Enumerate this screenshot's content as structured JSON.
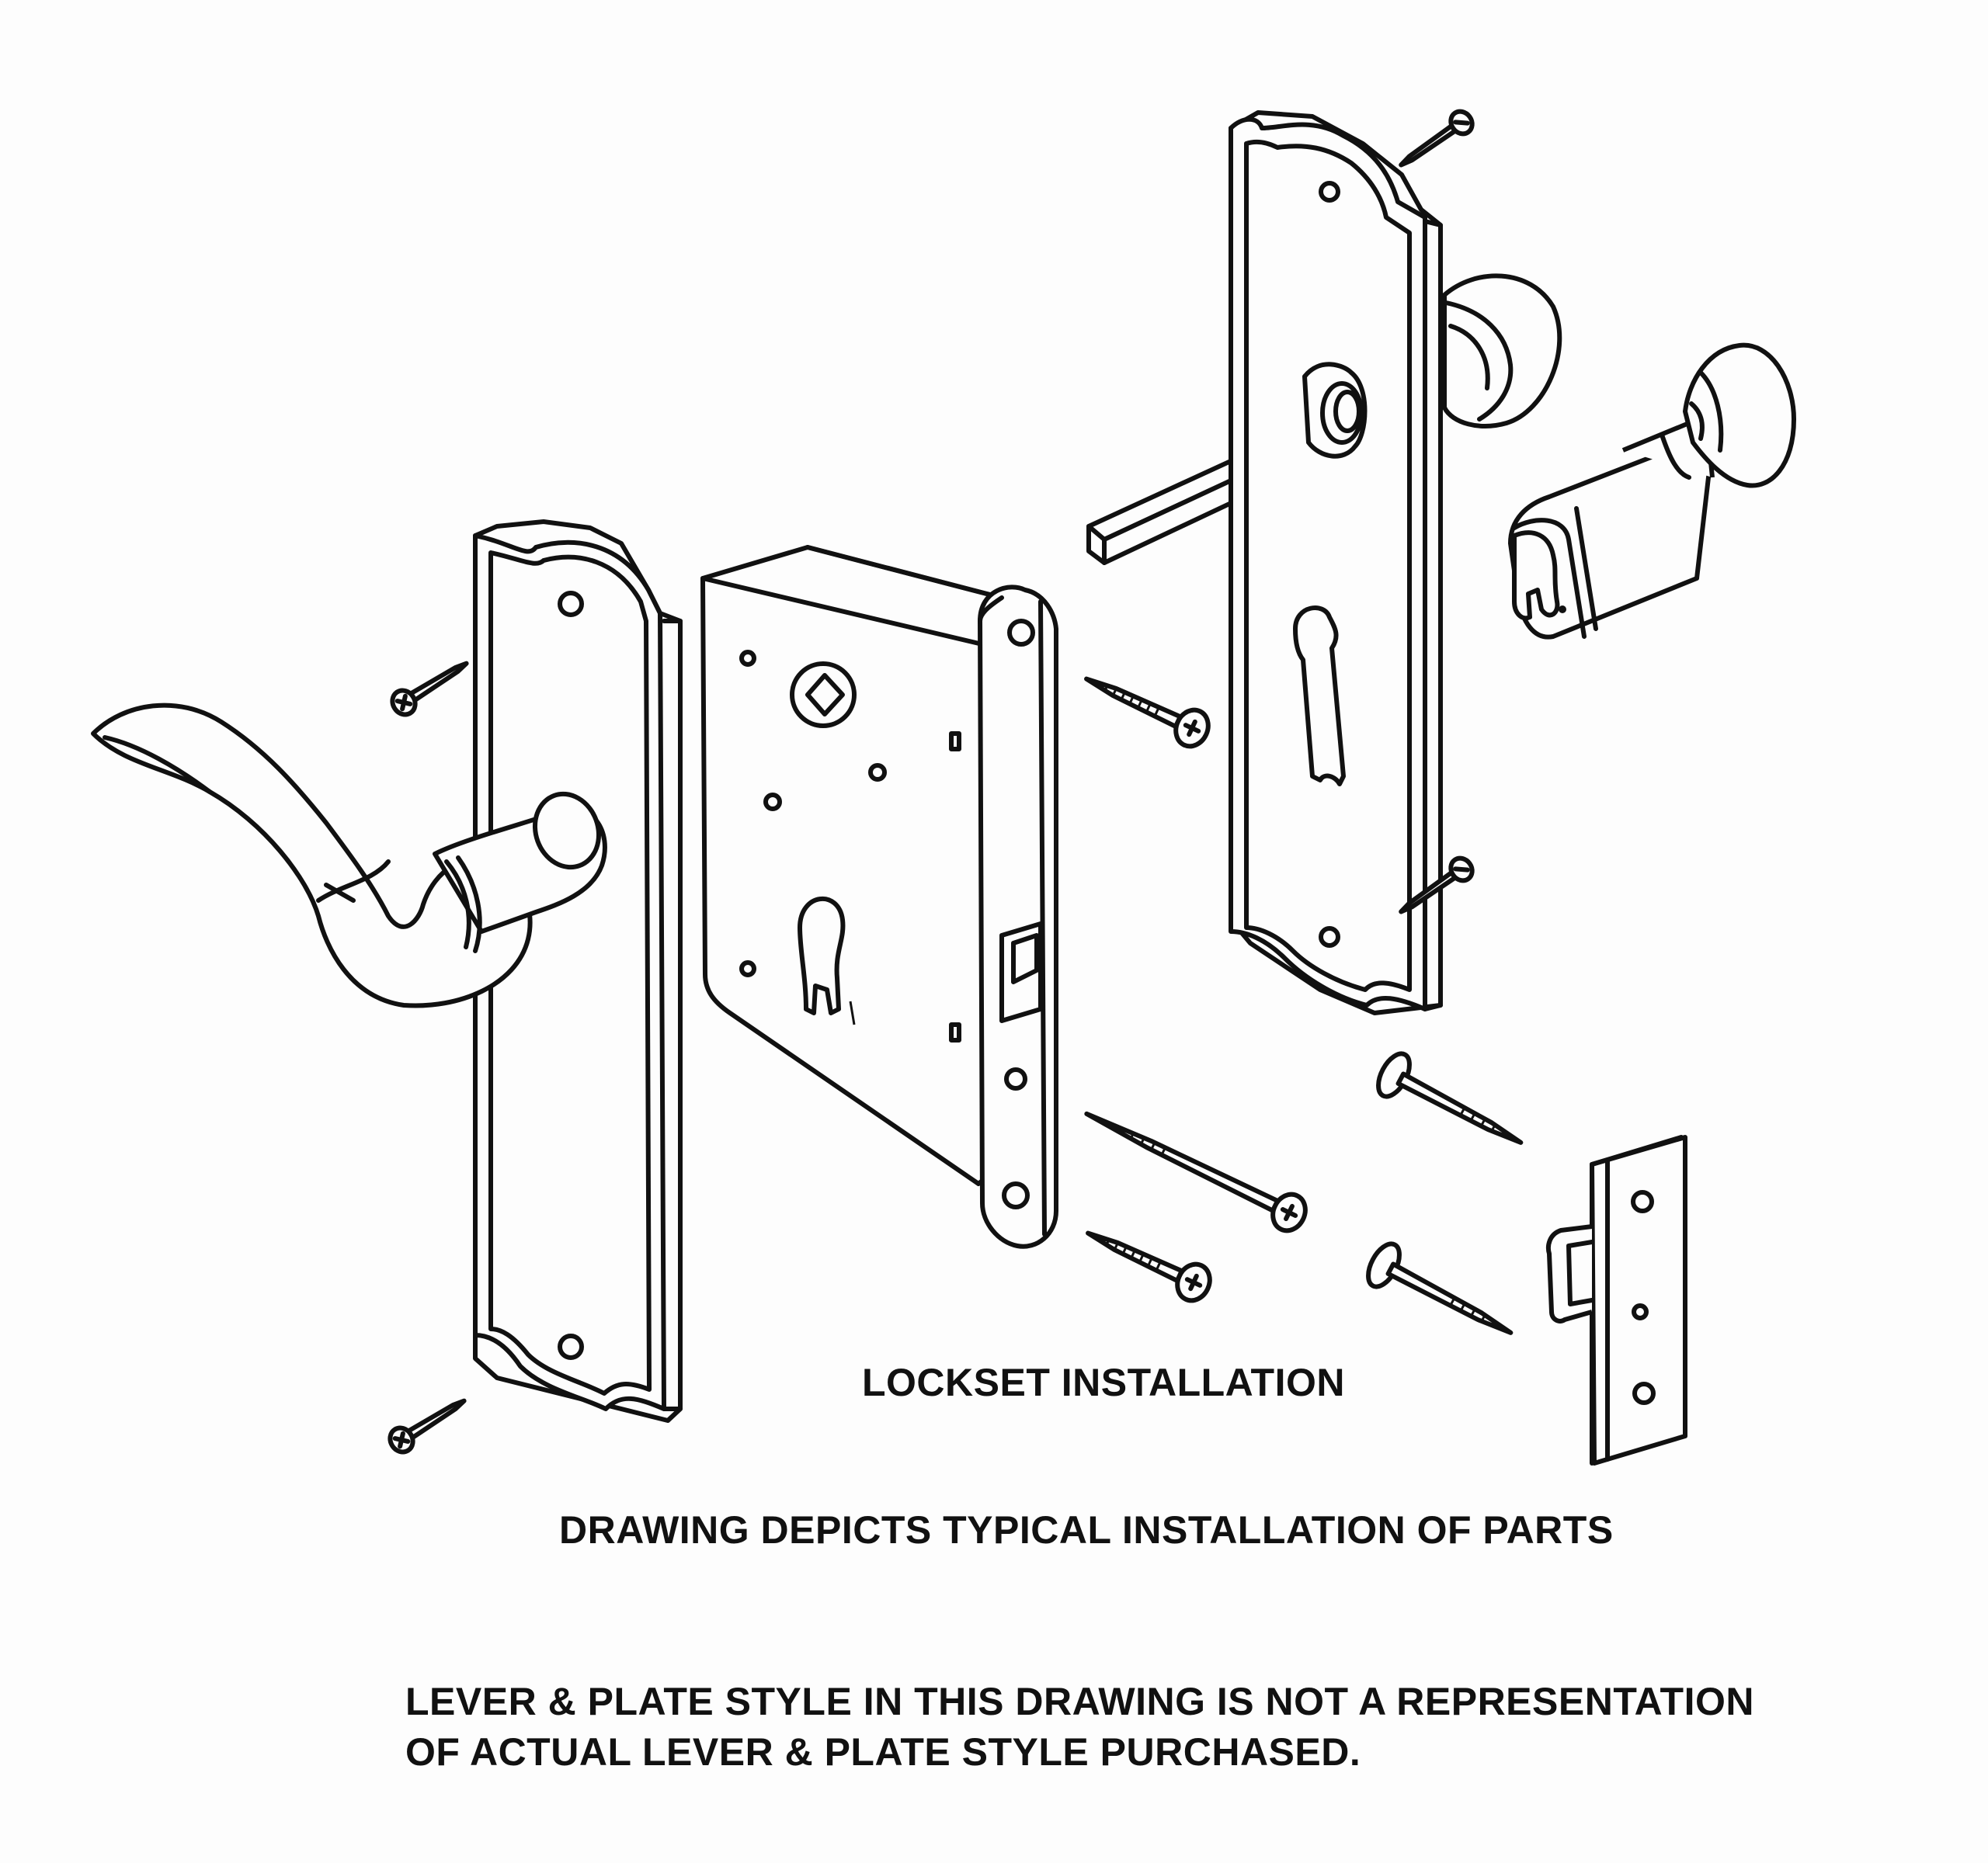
{
  "diagram": {
    "title": "LOCKSET INSTALLATION",
    "subtitle": "DRAWING DEPICTS TYPICAL INSTALLATION OF PARTS",
    "note_line1": "LEVER & PLATE STYLE IN THIS DRAWING IS NOT A REPRESENTATION",
    "note_line2": "OF ACTUAL LEVER & PLATE STYLE PURCHASED."
  },
  "colors": {
    "line": "#111111",
    "background": "#fdfdfd"
  },
  "icons": [
    "lever-handle-icon",
    "backplate-icon",
    "mortise-lock-body-icon",
    "faceplate-icon",
    "spindle-icon",
    "cylinder-icon",
    "thumbturn-icon",
    "screw-icon",
    "strike-plate-icon"
  ]
}
